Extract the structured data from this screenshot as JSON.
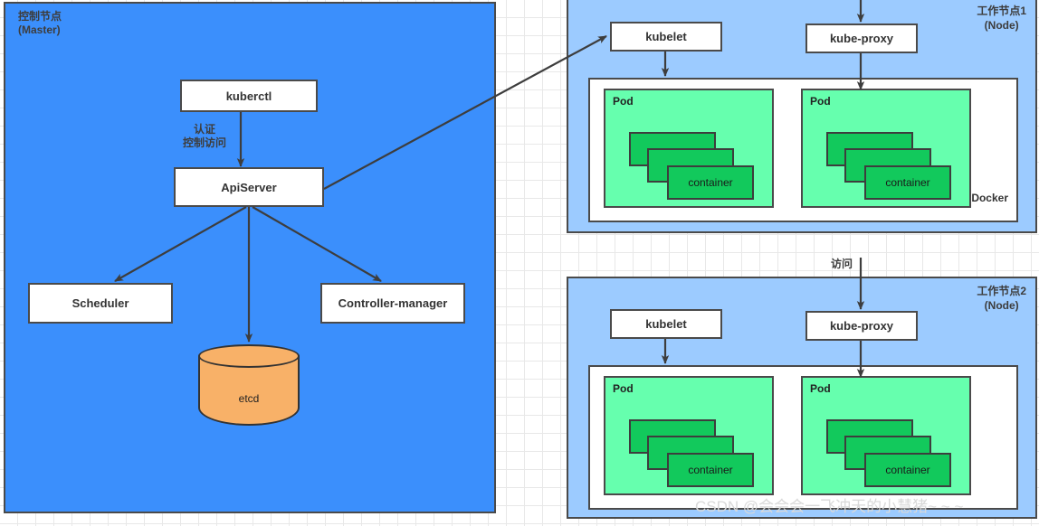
{
  "diagram": {
    "title": "Kubernetes cluster architecture",
    "watermark": "CSDN @会会会一飞冲天的小慧猪~ ~ ~",
    "colors": {
      "master_bg": "#3b8ffc",
      "node_bg": "#9ccbff",
      "pod_bg": "#66ffae",
      "container_bg": "#12c95c",
      "etcd_bg": "#f8b168",
      "box_bg": "#ffffff",
      "stroke": "#4a4a4a",
      "grid": "#e8e8e8",
      "watermark": "#d9d9d9"
    }
  },
  "master": {
    "title": "控制节点\n(Master)",
    "components": {
      "kuberctl": "kuberctl",
      "apiserver": "ApiServer",
      "scheduler": "Scheduler",
      "controller_manager": "Controller-manager",
      "etcd": "etcd"
    },
    "edge_labels": {
      "auth_access": "认证\n控制访问"
    }
  },
  "nodes": [
    {
      "title": "工作节点1\n(Node)",
      "kubelet": "kubelet",
      "kube_proxy": "kube-proxy",
      "docker": "Docker",
      "pods": [
        {
          "label": "Pod",
          "containers": [
            "",
            "",
            "container"
          ]
        },
        {
          "label": "Pod",
          "containers": [
            "",
            "",
            "container"
          ]
        }
      ]
    },
    {
      "title": "工作节点2\n(Node)",
      "kubelet": "kubelet",
      "kube_proxy": "kube-proxy",
      "docker": "",
      "pods": [
        {
          "label": "Pod",
          "containers": [
            "",
            "",
            "container"
          ]
        },
        {
          "label": "Pod",
          "containers": [
            "",
            "",
            "container"
          ]
        }
      ]
    }
  ],
  "external": {
    "access_label": "访问"
  }
}
